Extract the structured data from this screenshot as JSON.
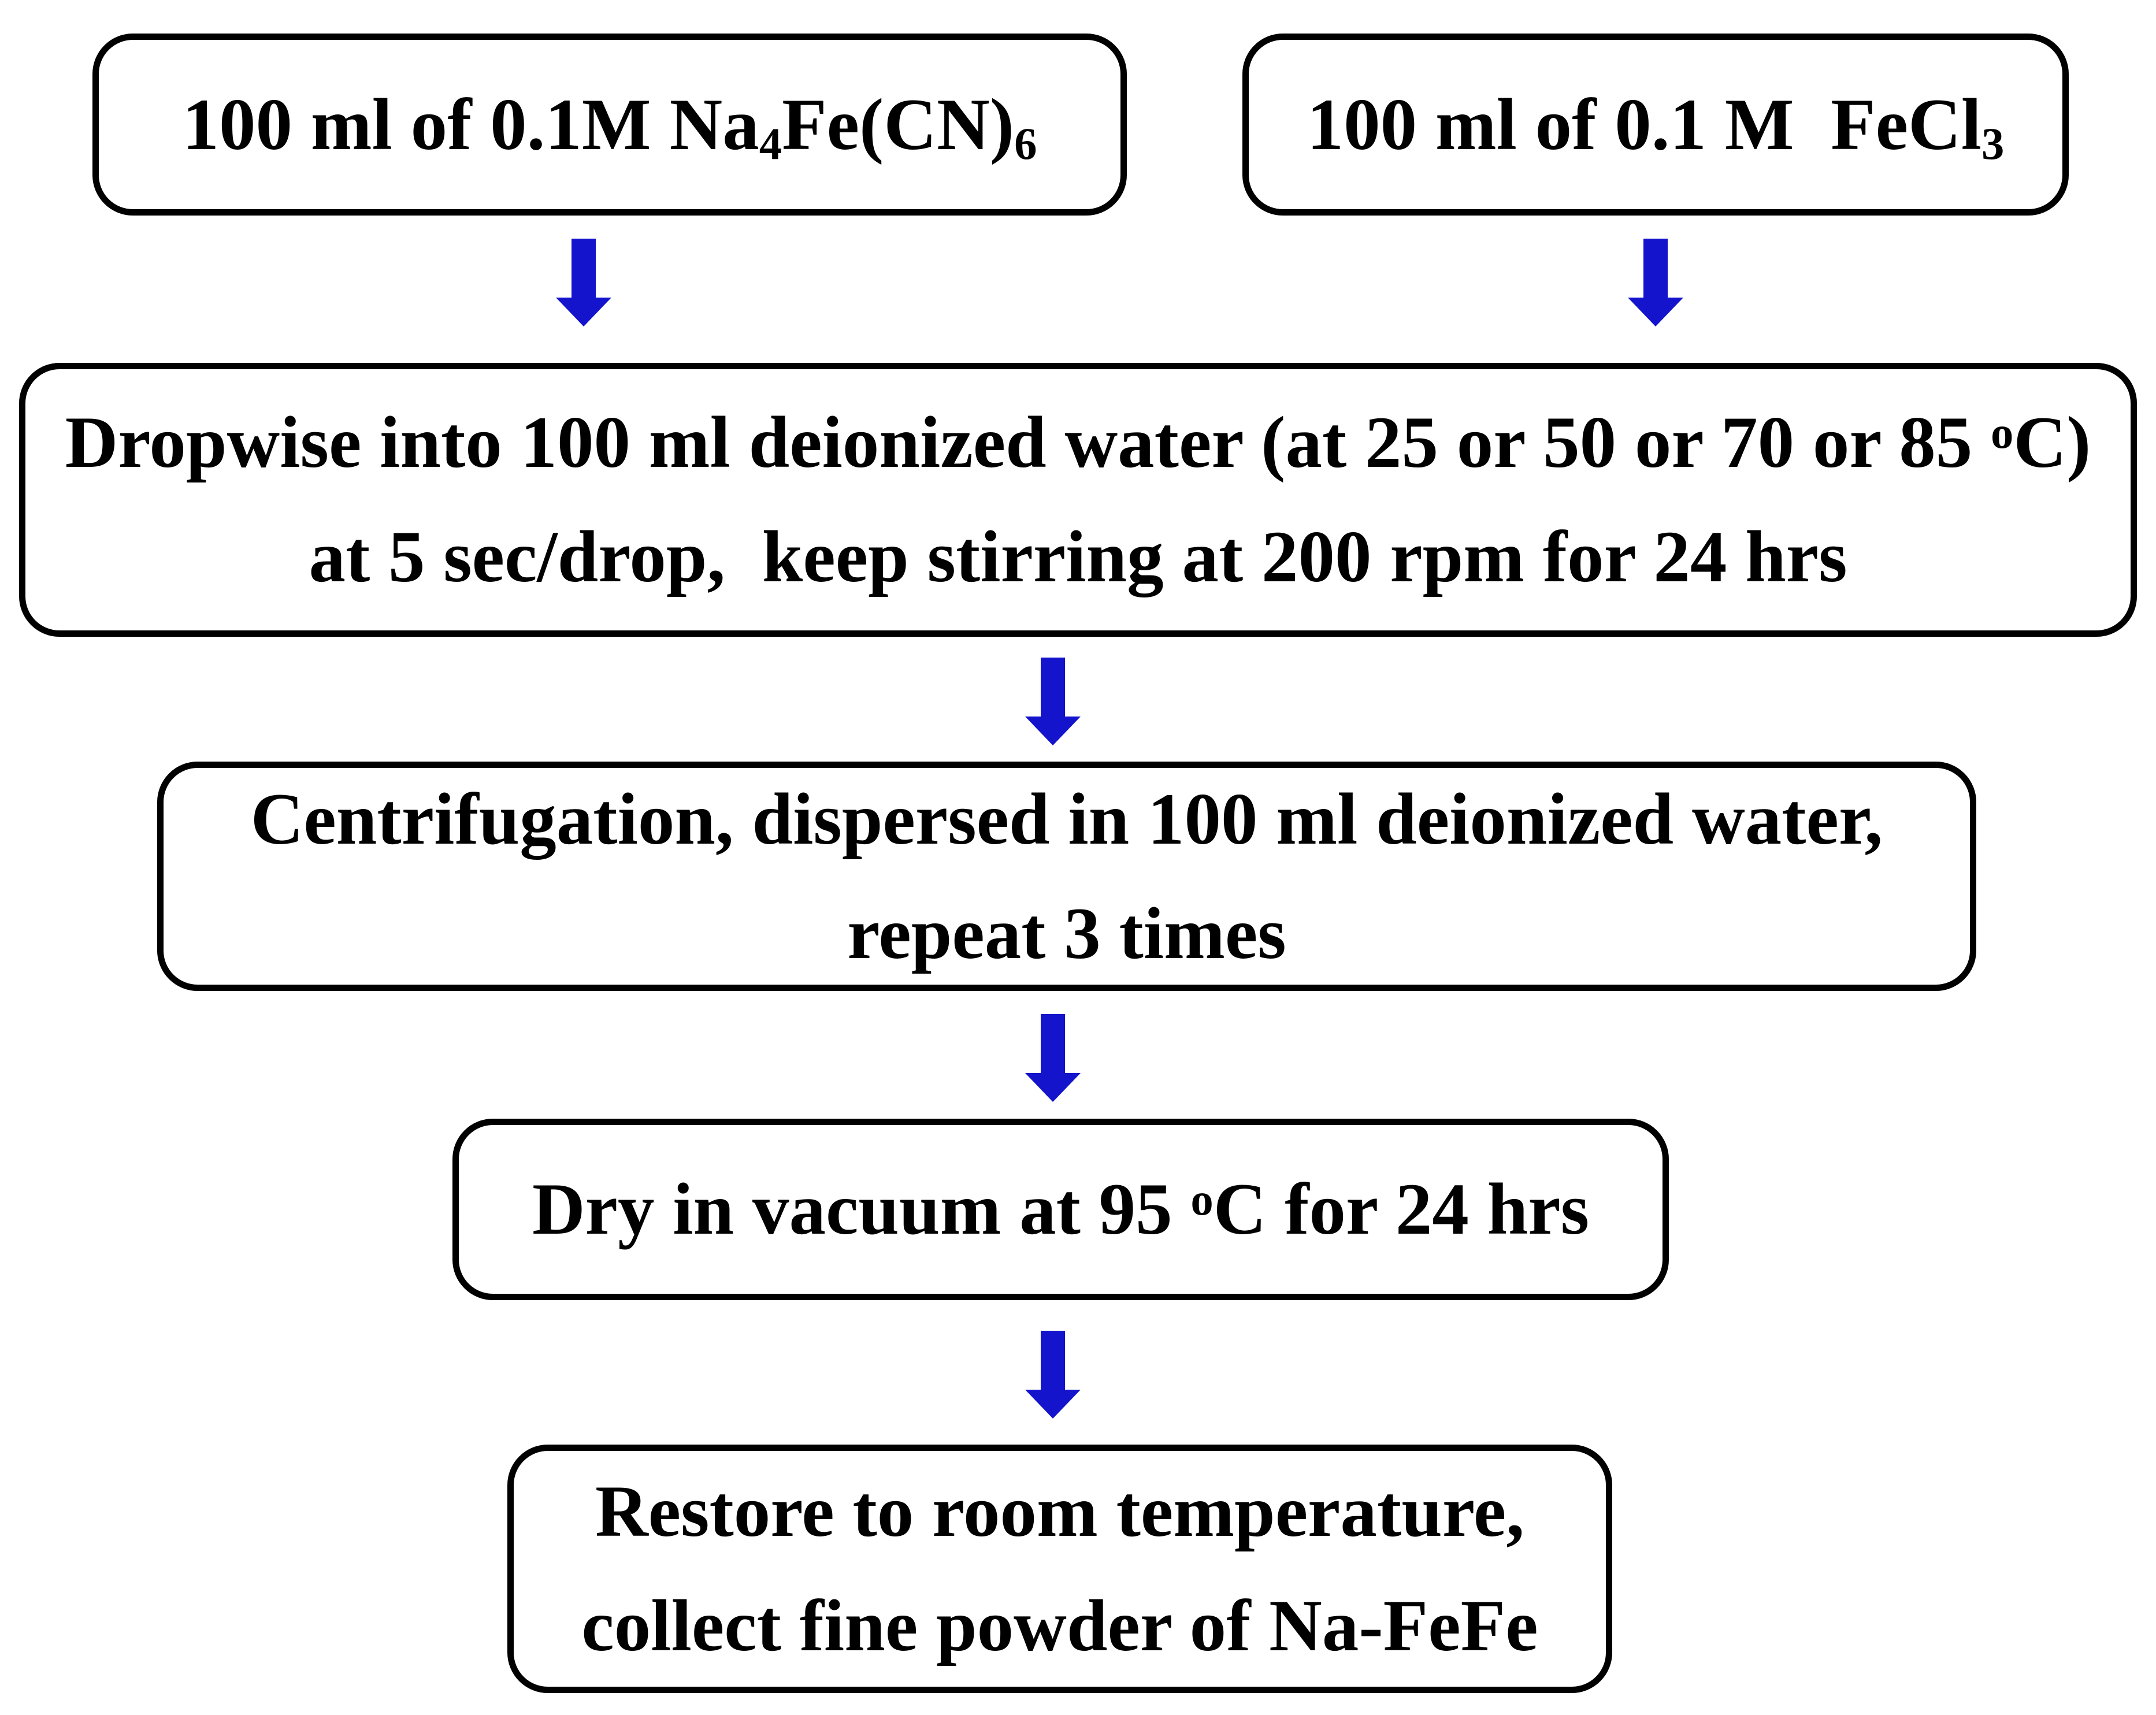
{
  "diagram_type": "flowchart",
  "colors": {
    "arrow": "#1414cc",
    "border": "#000000",
    "text": "#000000",
    "background": "#ffffff"
  },
  "steps": {
    "reactant_a": {
      "seg1": "100 ml of 0.1M Na",
      "sub1": "4",
      "seg2": "Fe(CN)",
      "sub2": "6"
    },
    "reactant_b": {
      "seg1": "100 ml of 0.1 M  FeCl",
      "sub1": "3"
    },
    "dropwise": {
      "line1_seg1": "Dropwise into 100 ml deionized water (at 25 or 50 or 70 or 85 ",
      "line1_sup1": "o",
      "line1_seg2": "C)",
      "line2": "at 5 sec/drop,  keep stirring at 200 rpm for 24 hrs"
    },
    "centrifuge": {
      "line1": "Centrifugation, dispersed in 100 ml deionized water,",
      "line2": "repeat 3 times"
    },
    "dry": {
      "seg1": "Dry in vacuum at 95 ",
      "sup1": "o",
      "seg2": "C for 24 hrs"
    },
    "restore": {
      "line1": "Restore to room temperature,",
      "line2": "collect fine powder of Na-FeFe"
    }
  }
}
